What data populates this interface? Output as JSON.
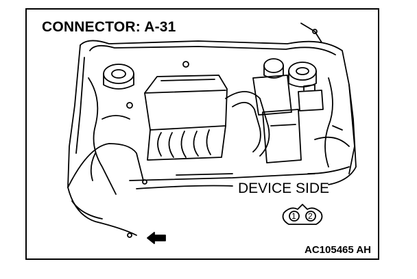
{
  "title": "CONNECTOR: A-31",
  "device_side_label": "DEVICE SIDE",
  "connector_pins": [
    "1",
    "2"
  ],
  "figure_id": "AC105465 AH"
}
